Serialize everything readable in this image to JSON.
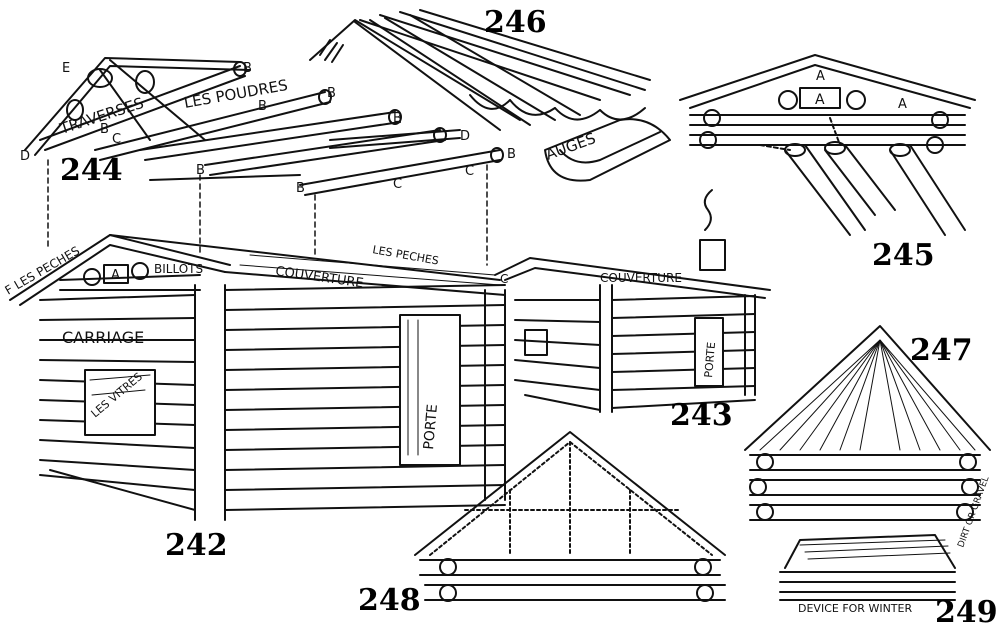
{
  "figures": [
    {
      "number": "242",
      "labels": [
        "F LES PECHES",
        "A",
        "BILLOTS",
        "CARRIAGE",
        "LES VITRES",
        "PORTE"
      ]
    },
    {
      "number": "243",
      "labels": [
        "C",
        "COUVERTURE",
        "PORTE"
      ]
    },
    {
      "number": "244",
      "labels": [
        "E",
        "B",
        "B",
        "B",
        "B",
        "B",
        "D",
        "D",
        "C",
        "C",
        "C",
        "B",
        "B",
        "B",
        "TRAVERSES",
        "LES POUDRES"
      ]
    },
    {
      "number": "245",
      "labels": [
        "A",
        "A",
        "A"
      ]
    },
    {
      "number": "246",
      "labels": [
        "AUGES"
      ]
    },
    {
      "number": "247",
      "labels": []
    },
    {
      "number": "248",
      "labels": []
    },
    {
      "number": "249",
      "labels": [
        "DEVICE FOR WINTER",
        "DIRT OR GRAVEL"
      ]
    }
  ],
  "fig242_extra": [
    "LES PECHES",
    "COUVERTURE"
  ],
  "colors": {
    "ink": "#111111",
    "paper": "#ffffff"
  }
}
